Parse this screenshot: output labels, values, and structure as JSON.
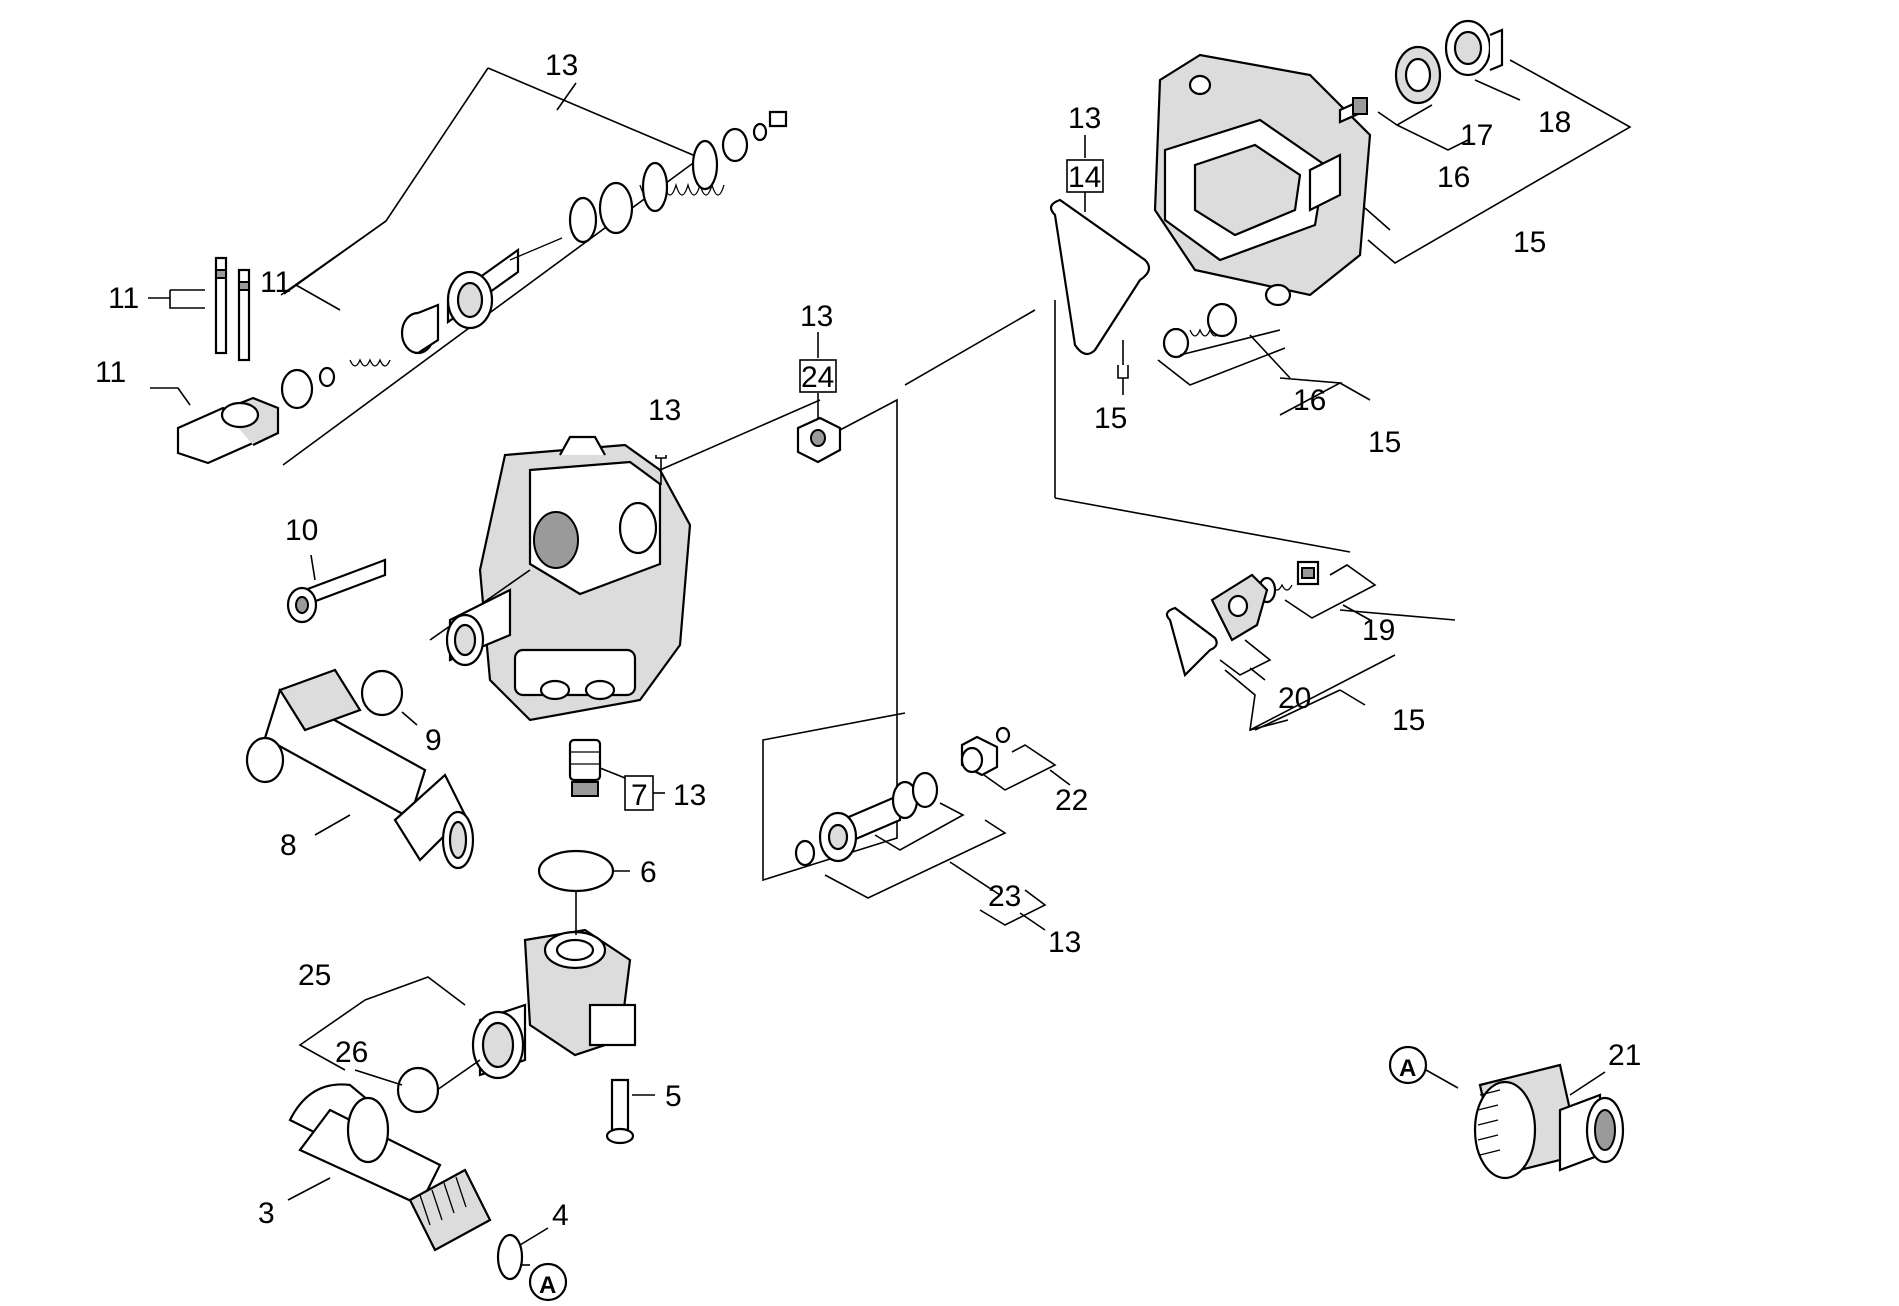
{
  "callouts": {
    "c_13_top": "13",
    "c_11_a": "11",
    "c_11_b": "11",
    "c_11_c": "11",
    "c_10": "10",
    "c_13_body": "13",
    "c_13_24": "13",
    "c_24": "24",
    "c_9": "9",
    "c_8": "8",
    "c_7": "7",
    "c_13_7": "13",
    "c_6": "6",
    "c_25": "25",
    "c_26": "26",
    "c_5": "5",
    "c_3": "3",
    "c_4": "4",
    "c_a_bottom": "A",
    "c_13_14": "13",
    "c_14": "14",
    "c_15_a": "15",
    "c_18": "18",
    "c_17": "17",
    "c_16_a": "16",
    "c_15_b": "15",
    "c_16_b": "16",
    "c_15_c": "15",
    "c_19": "19",
    "c_20": "20",
    "c_15_d": "15",
    "c_22": "22",
    "c_23": "23",
    "c_13_23": "13",
    "c_a_right": "A",
    "c_21": "21"
  }
}
